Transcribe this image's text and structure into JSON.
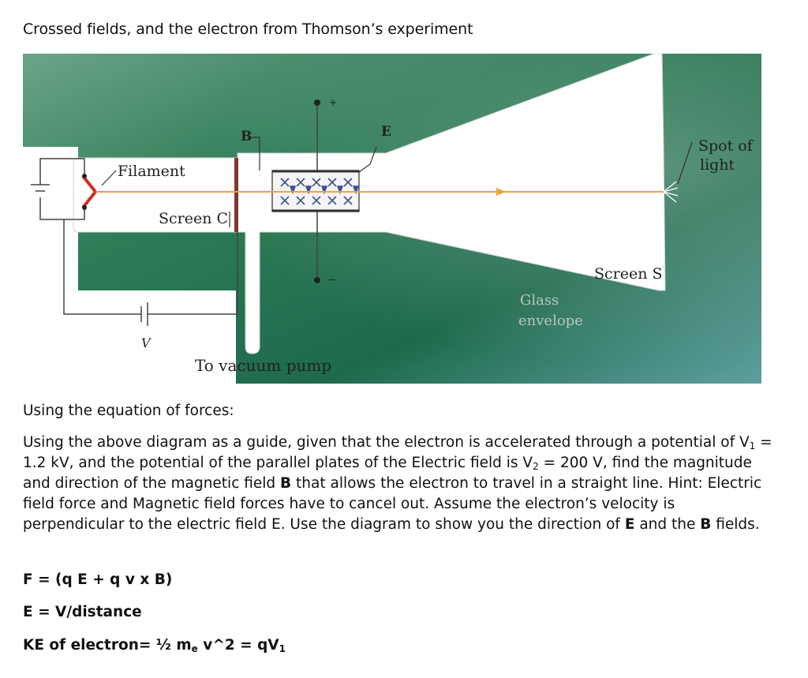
{
  "title": "Crossed fields, and the electron from Thomson’s experiment",
  "diagram": {
    "labels": {
      "filament": "Filament",
      "screen_c": "Screen C",
      "b": "B",
      "e": "E",
      "plus": "+",
      "minus": "−",
      "spot_line1": "Spot of",
      "spot_line2": "light",
      "screen_s": "Screen S",
      "glass_line1": "Glass",
      "glass_line2": "envelope",
      "v": "V",
      "vacuum": "To vacuum pump"
    },
    "colors": {
      "background_green": "#2f7a54",
      "beam": "#f0a23c",
      "filament": "#d42a1e",
      "field_cross": "#3a4f9c"
    }
  },
  "text": {
    "heading": "Using the equation of forces:",
    "p1": "Using the above diagram as a guide, given that the electron is accelerated through a potential of V",
    "p1_sub1": "1",
    "p2": " = 1.2 kV, and the potential of the parallel plates of the Electric field is V",
    "p2_sub2": "2",
    "p3": " = 200 V, find the magnitude and direction of the magnetic field ",
    "p3_b": "B",
    "p4": " that allows the electron to travel in a straight line.  Hint:  Electric field force and Magnetic field forces have to cancel out.  Assume the electron’s velocity is perpendicular to the electric field E.  Use the diagram to show you the direction of ",
    "p4_e": "E",
    "p5": " and the ",
    "p5_b": "B",
    "p6": " fields.",
    "eq1": "F = (q E + q v x B)",
    "eq2": "E = V/distance",
    "eq3_a": "KE of electron= ½ m",
    "eq3_sub_e": "e",
    "eq3_b": " v^2 = qV",
    "eq3_sub_1": "1"
  }
}
